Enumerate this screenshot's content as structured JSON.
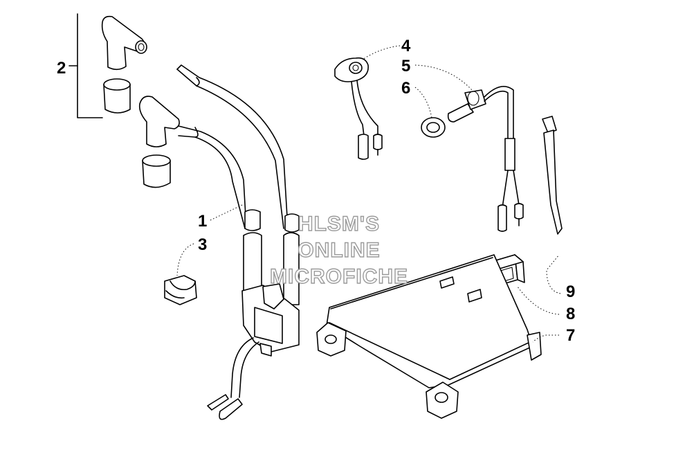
{
  "callouts": {
    "c1": "1",
    "c2": "2",
    "c3": "3",
    "c4": "4",
    "c5": "5",
    "c6": "6",
    "c7": "7",
    "c8": "8",
    "c9": "9"
  },
  "watermark": {
    "line1": "HLSM'S",
    "line2": "ONLINE",
    "line3": "MICROFICHE"
  }
}
